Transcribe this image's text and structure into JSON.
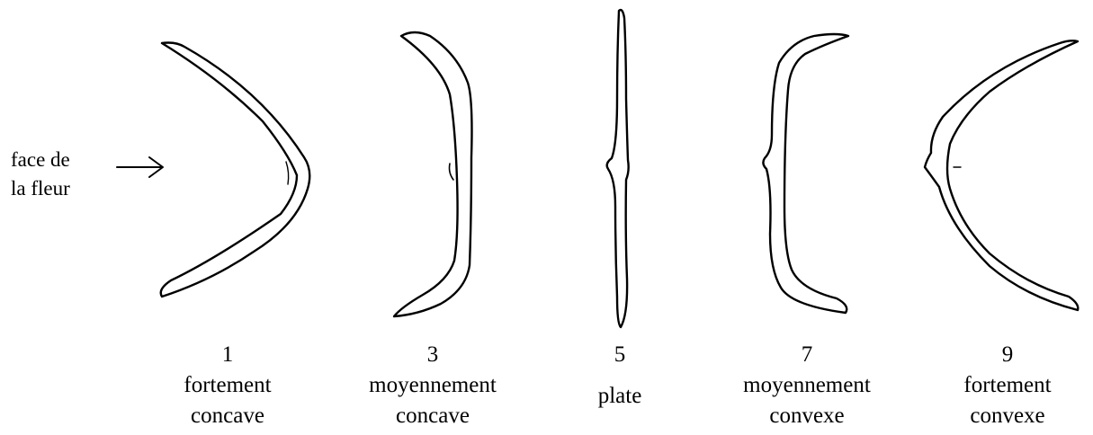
{
  "side_label": {
    "line1": "face de",
    "line2": "la fleur"
  },
  "stages": [
    {
      "number": "1",
      "line1": "fortement",
      "line2": "concave"
    },
    {
      "number": "3",
      "line1": "moyennement",
      "line2": "concave"
    },
    {
      "number": "5",
      "line1": "plate",
      "line2": ""
    },
    {
      "number": "7",
      "line1": "moyennement",
      "line2": "convexe"
    },
    {
      "number": "9",
      "line1": "fortement",
      "line2": "convexe"
    }
  ],
  "colors": {
    "stroke": "#000000",
    "background": "#ffffff"
  },
  "icons": {
    "arrow": "arrow-right-icon"
  }
}
